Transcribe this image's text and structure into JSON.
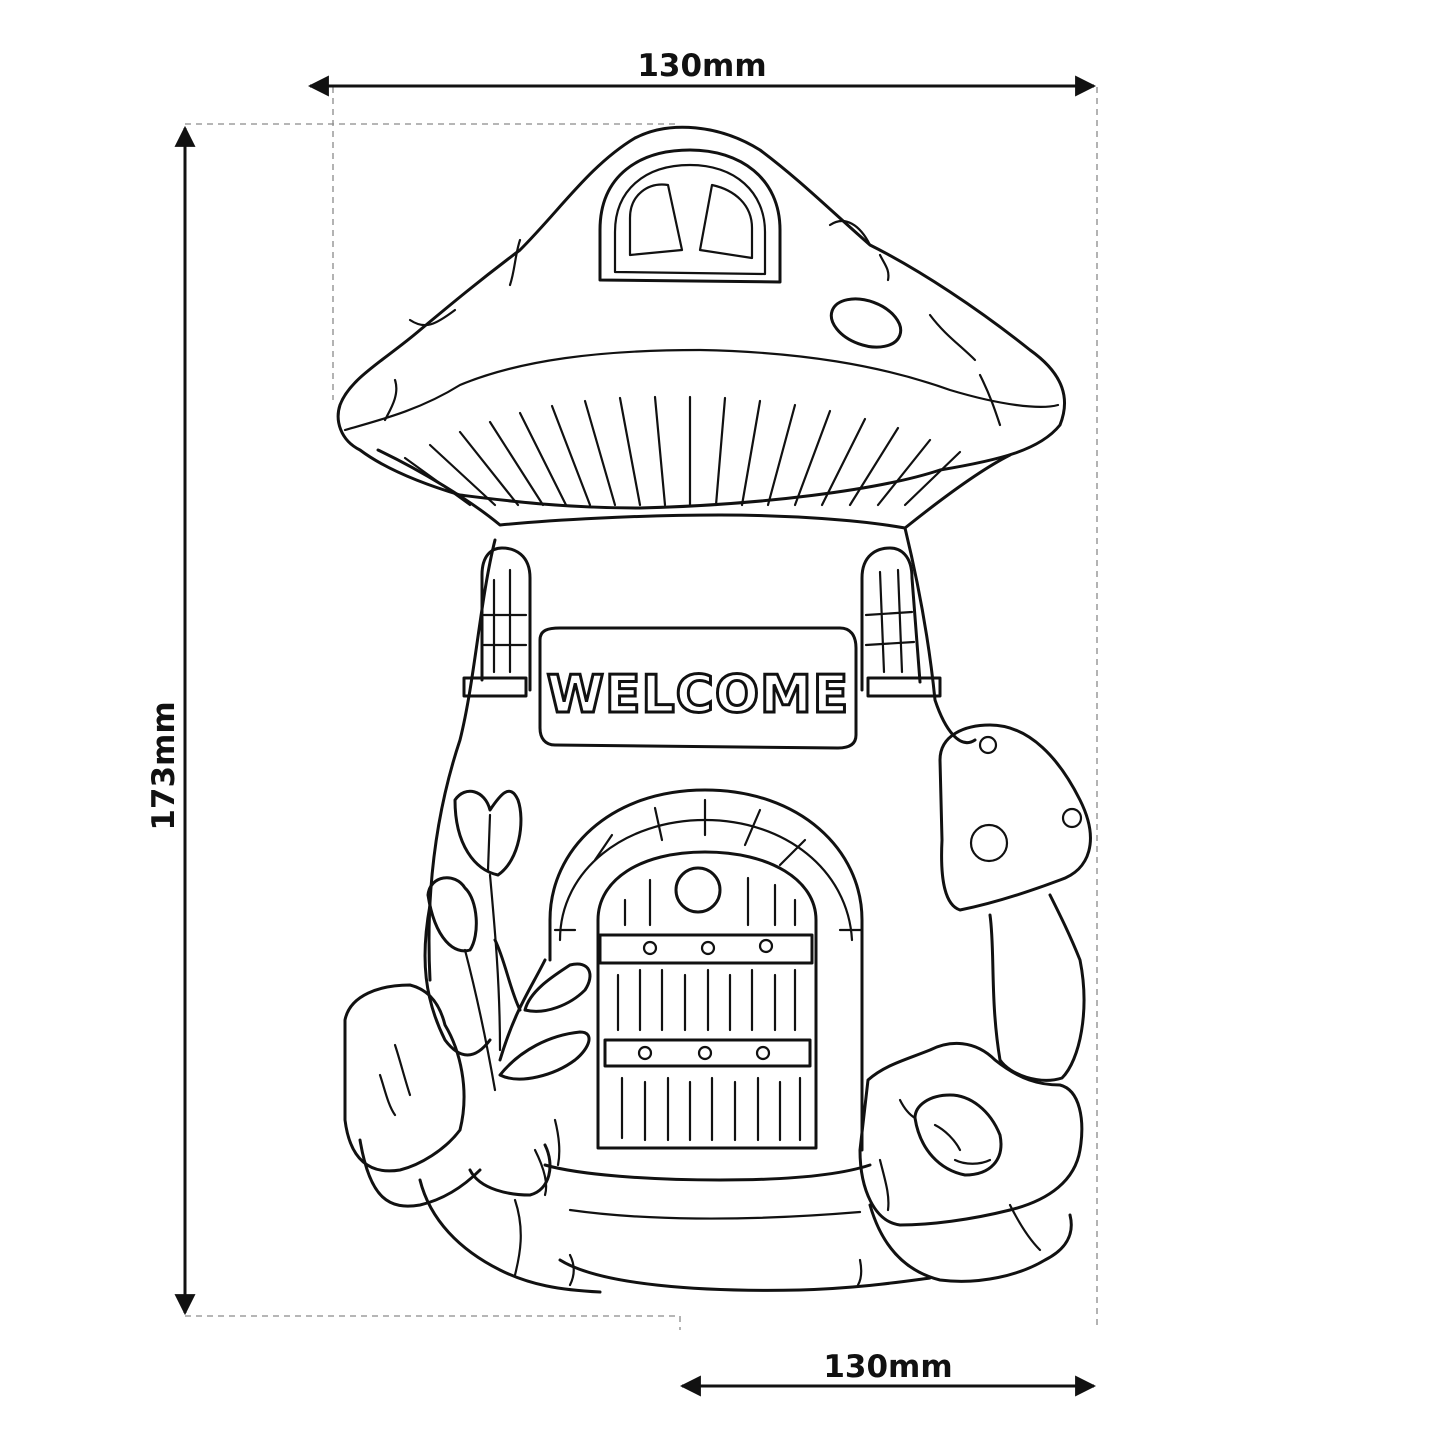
{
  "dimensions": {
    "top_width": "130mm",
    "height": "173mm",
    "bottom_width": "130mm"
  },
  "figure": {
    "sign_text": "WELCOME",
    "icon": "mushroom-house-icon"
  },
  "colors": {
    "line": "#111111",
    "guide": "#8a8a8a",
    "background": "#ffffff"
  }
}
